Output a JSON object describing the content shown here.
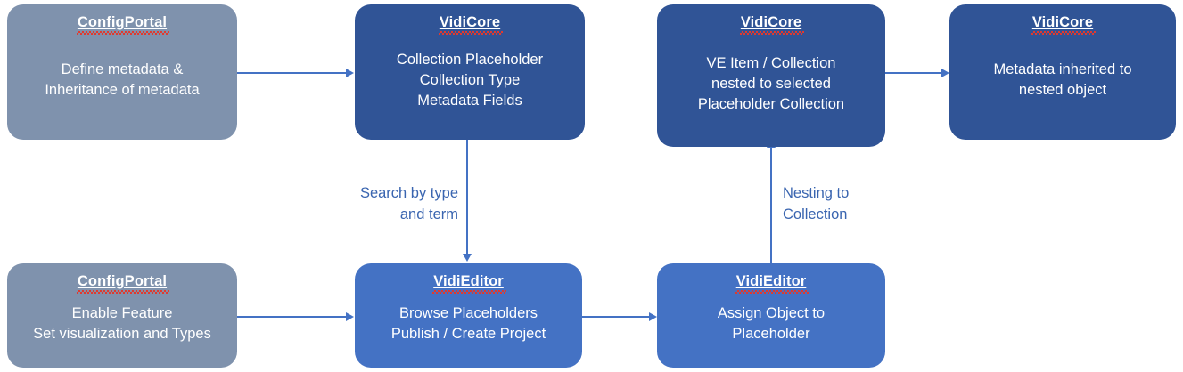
{
  "diagram": {
    "nodes": [
      {
        "id": "config-portal-metadata",
        "title": "ConfigPortal",
        "body": [
          "Define metadata &",
          "Inheritance of metadata"
        ],
        "color": "#7f92ad",
        "style": "gray"
      },
      {
        "id": "vidicore-collection-placeholder",
        "title": "VidiCore",
        "body": [
          "Collection Placeholder",
          "Collection Type",
          "Metadata Fields"
        ],
        "color": "#305496",
        "style": "navy"
      },
      {
        "id": "vidicore-nested-item",
        "title": "VidiCore",
        "body": [
          "VE Item / Collection",
          "nested to selected",
          "Placeholder Collection"
        ],
        "color": "#305496",
        "style": "navy"
      },
      {
        "id": "vidicore-metadata-inherited",
        "title": "VidiCore",
        "body": [
          "Metadata inherited to",
          "nested object"
        ],
        "color": "#305496",
        "style": "navy"
      },
      {
        "id": "config-portal-feature",
        "title": "ConfigPortal",
        "body": [
          "Enable Feature",
          "Set visualization and Types"
        ],
        "color": "#7f92ad",
        "style": "gray"
      },
      {
        "id": "vidieditor-browse",
        "title": "VidiEditor",
        "body": [
          "Browse Placeholders",
          "Publish / Create Project"
        ],
        "color": "#4472c4",
        "style": "blue"
      },
      {
        "id": "vidieditor-assign",
        "title": "VidiEditor",
        "body": [
          "Assign Object to",
          "Placeholder"
        ],
        "color": "#4472c4",
        "style": "blue"
      }
    ],
    "edge_labels": [
      {
        "id": "search-label",
        "lines": [
          "Search by type",
          "and term"
        ]
      },
      {
        "id": "nesting-label",
        "lines": [
          "Nesting to",
          "Collection"
        ]
      }
    ],
    "colors": {
      "gray_node": "#7f92ad",
      "navy_node": "#305496",
      "blue_node": "#4472c4",
      "connector": "#4472c4",
      "edge_label_text": "#3a65b0",
      "node_text": "#ffffff",
      "spellcheck_underline": "#e03a2f",
      "background": "#ffffff"
    }
  }
}
